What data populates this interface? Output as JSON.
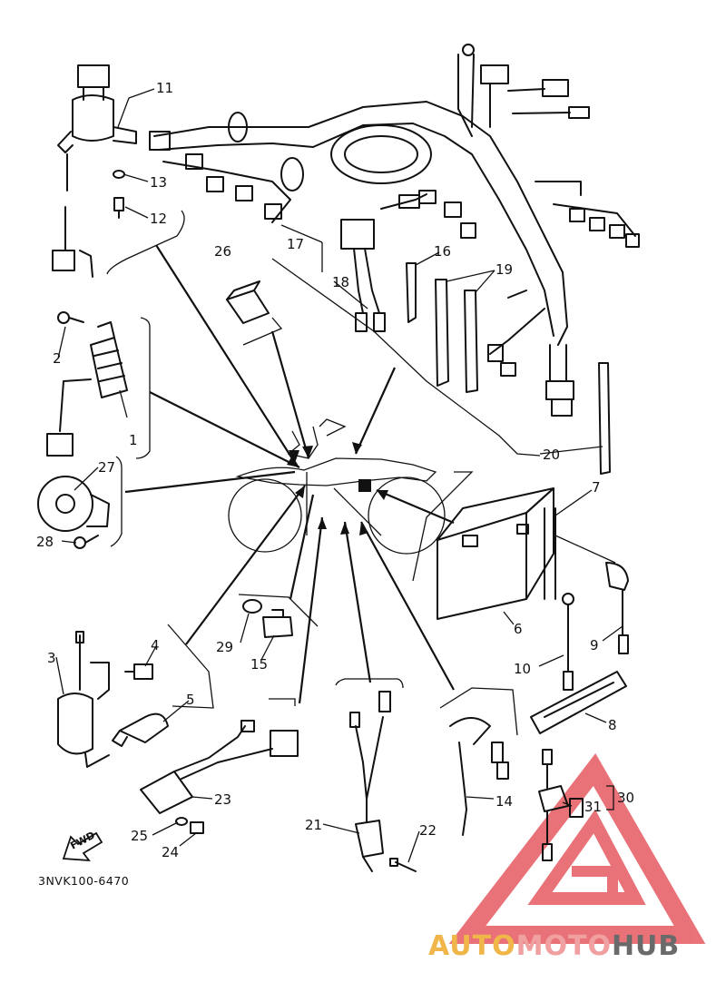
{
  "diagram_code": "3NVK100-6470",
  "fwd_label": "FWD",
  "watermark": {
    "part1": "AUTO",
    "part2": "MOTO",
    "part3": "HUB",
    "color1": "#f0b64a",
    "color2": "#f0a0a0",
    "color3": "#6a6a6a",
    "triangle_color": "#e2444b"
  },
  "callouts": [
    "1",
    "2",
    "3",
    "4",
    "5",
    "6",
    "7",
    "8",
    "9",
    "10",
    "11",
    "12",
    "13",
    "14",
    "15",
    "16",
    "17",
    "18",
    "19",
    "20",
    "21",
    "22",
    "23",
    "24",
    "25",
    "26",
    "27",
    "28",
    "29",
    "30",
    "31"
  ]
}
